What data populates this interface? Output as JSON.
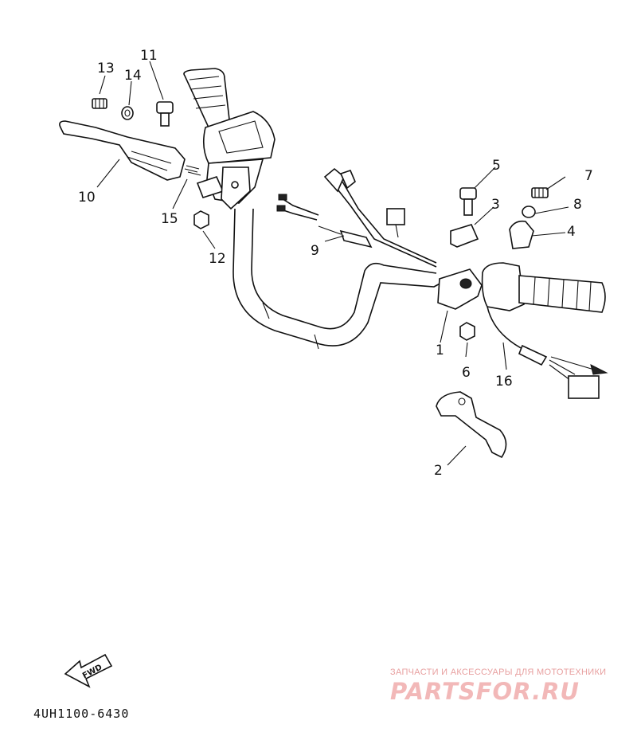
{
  "callouts": [
    {
      "id": "1",
      "text": "1"
    },
    {
      "id": "2",
      "text": "2"
    },
    {
      "id": "3",
      "text": "3"
    },
    {
      "id": "4",
      "text": "4"
    },
    {
      "id": "5",
      "text": "5"
    },
    {
      "id": "6",
      "text": "6"
    },
    {
      "id": "7",
      "text": "7"
    },
    {
      "id": "8",
      "text": "8"
    },
    {
      "id": "9",
      "text": "9"
    },
    {
      "id": "10",
      "text": "10"
    },
    {
      "id": "11",
      "text": "11"
    },
    {
      "id": "12",
      "text": "12"
    },
    {
      "id": "13",
      "text": "13"
    },
    {
      "id": "14",
      "text": "14"
    },
    {
      "id": "15",
      "text": "15"
    },
    {
      "id": "16",
      "text": "16"
    }
  ],
  "fwd_label": "FWD",
  "diagram_code": "4UH1100-6430",
  "watermark": {
    "tagline": "ЗАПЧАСТИ И АКСЕССУАРЫ ДЛЯ МОТОТЕХНИКИ",
    "logo": "PARTSFOR.RU",
    "color": "#f2b8b8"
  }
}
